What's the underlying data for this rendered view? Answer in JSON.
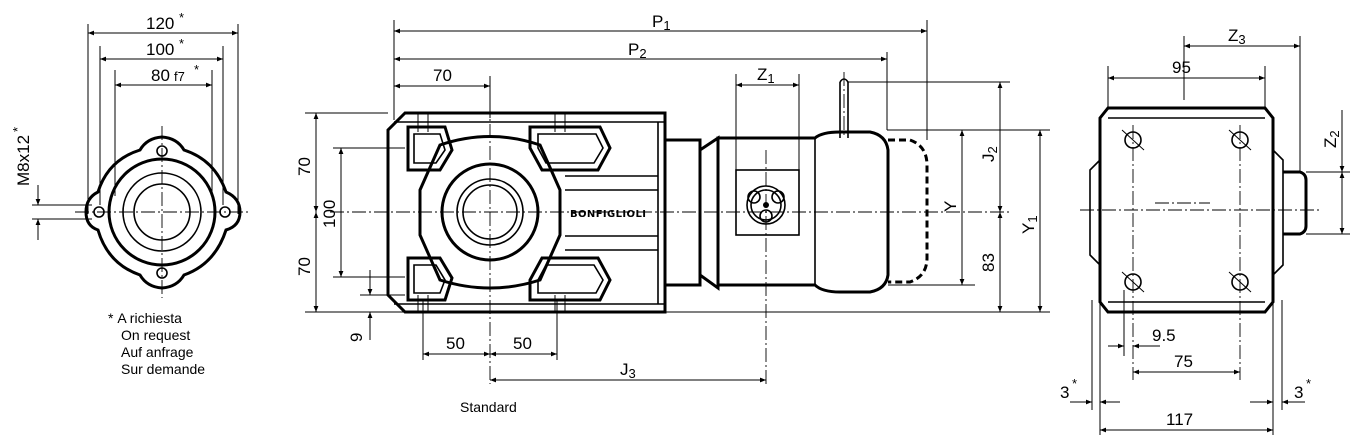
{
  "front_view": {
    "dim_width_outer": "120",
    "dim_width_outer_mark": "*",
    "dim_bolt_circle": "100",
    "dim_bolt_circle_mark": "*",
    "dim_spigot": "80",
    "dim_spigot_tol": "f7",
    "dim_spigot_mark": "*",
    "dim_thread": "M8x12",
    "dim_thread_mark": "*"
  },
  "legend": {
    "marker": "*",
    "lines": [
      "A richiesta",
      "On request",
      "Auf anfrage",
      "Sur demande"
    ]
  },
  "side_view": {
    "dim_p1": "P",
    "dim_p1_sub": "1",
    "dim_p2": "P",
    "dim_p2_sub": "2",
    "dim_70_top": "70",
    "dim_z1": "Z",
    "dim_z1_sub": "1",
    "dim_70_left_upper": "70",
    "dim_100_left": "100",
    "dim_70_left_lower": "70",
    "dim_9": "9",
    "dim_50_left": "50",
    "dim_50_right": "50",
    "dim_j3": "J",
    "dim_j3_sub": "3",
    "dim_j2": "J",
    "dim_j2_sub": "2",
    "dim_y": "Y",
    "dim_y1": "Y",
    "dim_y1_sub": "1",
    "dim_83": "83",
    "brand": "BONFIGLIOLI",
    "caption": "Standard"
  },
  "end_view": {
    "dim_z3": "Z",
    "dim_z3_sub": "3",
    "dim_95": "95",
    "dim_z2": "Z",
    "dim_z2_sub": "2",
    "dim_9_5": "9.5",
    "dim_75": "75",
    "dim_3_left": "3",
    "dim_3_left_mark": "*",
    "dim_3_right": "3",
    "dim_3_right_mark": "*",
    "dim_117": "117"
  }
}
